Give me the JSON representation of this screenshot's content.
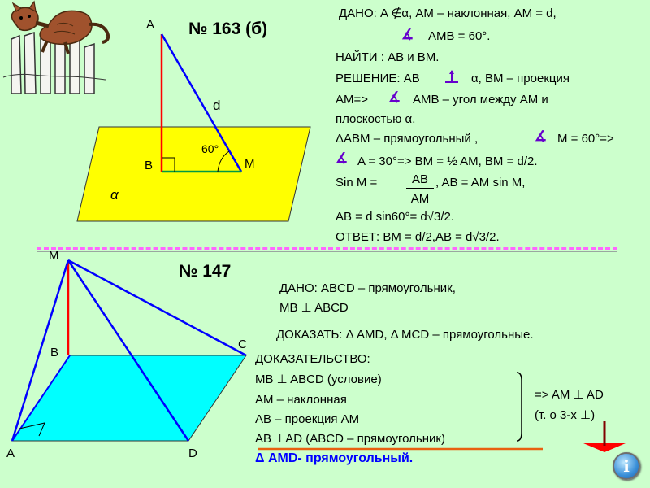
{
  "colors": {
    "plane_yellow": "#ffff00",
    "plane_cyan": "#00ffff",
    "accent_red": "#ff0000",
    "accent_blue": "#0000ff",
    "divider": "#ff66ff",
    "conclusion_blue": "#0000ff"
  },
  "icons": {
    "cat": "cat-on-fence-icon",
    "info": "info-icon",
    "angle": "angle-symbol-icon",
    "perp": "perpendicular-arrow-icon"
  },
  "p163": {
    "title": "№ 163 (б)",
    "labels": {
      "A": "A",
      "B": "B",
      "M": "M",
      "d": "d",
      "alpha": "α",
      "angle": "60°"
    },
    "given_1": "ДАНО: A ∉α, AM – наклонная, AM = d,",
    "given_2": "AMB = 60°.",
    "find": "НАЙТИ : AB и BM.",
    "sol_1a": "РЕШЕНИЕ: AB",
    "sol_1b": "α, BM – проекция",
    "sol_2a": "AM=>",
    "sol_2b": "AMB – угол между AM и",
    "sol_3": "плоскостью α.",
    "sol_4a": "ΔABM – прямоугольный ,",
    "sol_4b": "M = 60°=>",
    "sol_5": "A = 30°=> BM = ½ AM, BM = d/2.",
    "sin_prefix": "Sin M =",
    "sin_num": "AB",
    "sin_den": "AM",
    "sin_suffix": ", AB = AM sin M,",
    "calc": "AB = d sin60°= d√3/2.",
    "answer": "ОТВЕТ: BM = d/2,AB = d√3/2."
  },
  "p147": {
    "title": "№ 147",
    "labels": {
      "M": "M",
      "B": "B",
      "C": "C",
      "A": "A",
      "D": "D"
    },
    "given_1": "ДАНО:  ABCD – прямоугольник,",
    "given_2": "MB ⊥ ABCD",
    "prove": "ДОКАЗАТЬ: Δ AMD, Δ MCD – прямоугольные.",
    "proof": [
      "ДОКАЗАТЕЛЬСТВО:",
      "MB  ⊥ ABCD (условие)",
      "AM – наклонная",
      "AB – проекция AM",
      "AB ⊥AD (ABCD – прямоугольник)"
    ],
    "result_1": "=> AM ⊥ AD",
    "result_2": "(т. о 3-х  ⊥)",
    "conclusion": "Δ AMD- прямоугольный."
  }
}
